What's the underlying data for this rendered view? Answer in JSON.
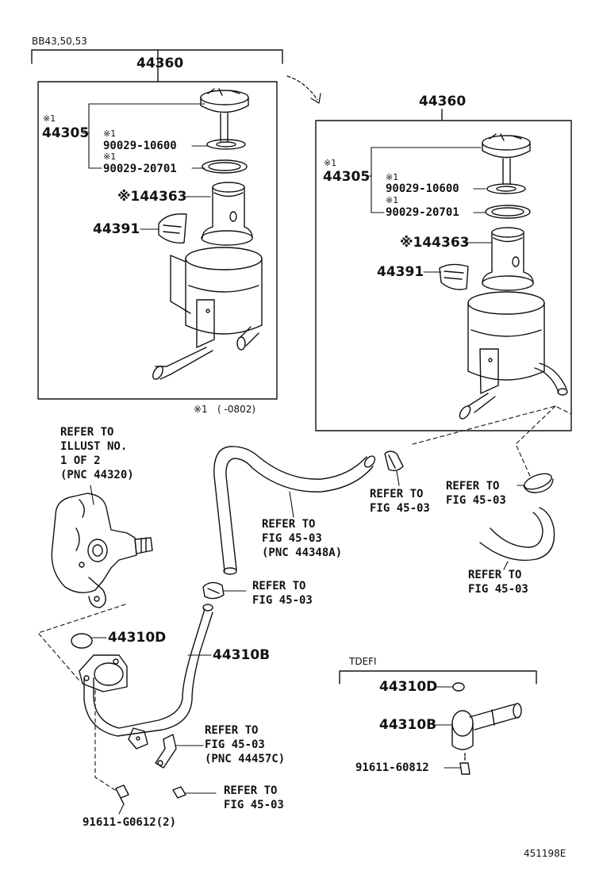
{
  "header": {
    "model_code": "BB43,50,53",
    "figure_id": "451198E"
  },
  "legend_note": {
    "mark": "※1",
    "range": "(      -0802)"
  },
  "left_box": {
    "assembly": "44360",
    "cap_assy_mark": "※1",
    "cap_assy": "44305",
    "gasket1_mark": "※1",
    "gasket1": "90029-10600",
    "gasket2_mark": "※1",
    "gasket2": "90029-20701",
    "filter": "※144363",
    "label_sticker": "44391"
  },
  "right_box": {
    "assembly": "44360",
    "cap_assy_mark": "※1",
    "cap_assy": "44305",
    "gasket1_mark": "※1",
    "gasket1": "90029-10600",
    "gasket2_mark": "※1",
    "gasket2": "90029-20701",
    "filter": "※144363",
    "label_sticker": "44391"
  },
  "refs": {
    "pump": [
      "REFER TO",
      "ILLUST NO.",
      "1 OF 2",
      "(PNC 44320)"
    ],
    "hose_main": [
      "REFER TO",
      "FIG 45-03",
      "(PNC 44348A)"
    ],
    "clamp_mid": [
      "REFER TO",
      "FIG 45-03"
    ],
    "clamp_right": [
      "REFER TO",
      "FIG 45-03"
    ],
    "hose_right": [
      "REFER TO",
      "FIG 45-03"
    ],
    "clamp_tube": [
      "REFER TO",
      "FIG 45-03"
    ],
    "bracket": [
      "REFER TO",
      "FIG 45-03",
      "(PNC 44457C)"
    ],
    "bolt": [
      "REFER TO",
      "FIG 45-03"
    ]
  },
  "parts_lower": {
    "oring": "44310D",
    "tube": "44310B",
    "bolt": "91611-G0612(2)"
  },
  "tdefi": {
    "title": "TDEFI",
    "oring": "44310D",
    "union": "44310B",
    "bolt": "91611-60812"
  }
}
